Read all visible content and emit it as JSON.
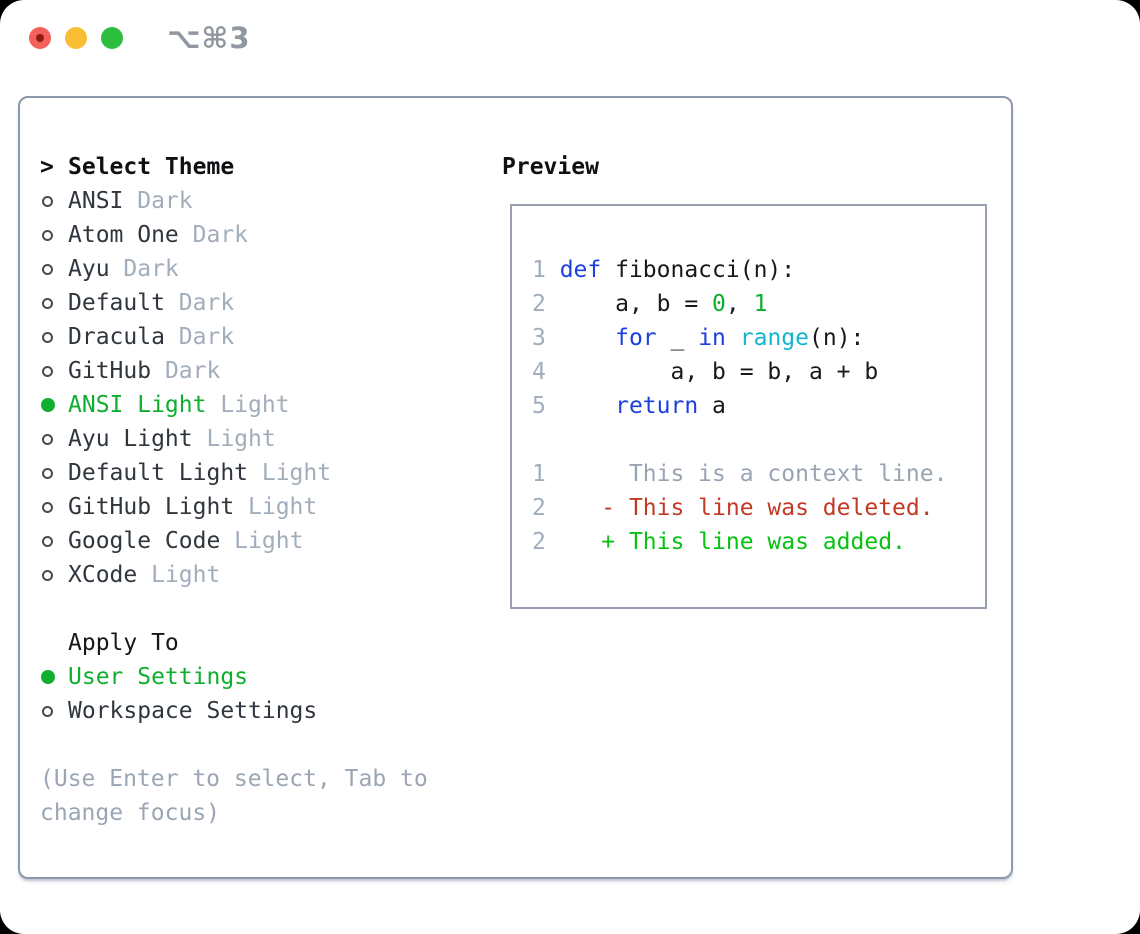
{
  "window": {
    "shortcut_label": "⌥⌘3",
    "traffic_lights": [
      "close",
      "minimize",
      "zoom"
    ]
  },
  "theme_panel": {
    "cursor": ">",
    "title": "Select Theme",
    "items": [
      {
        "name": "ANSI",
        "tag": "Dark",
        "selected": false
      },
      {
        "name": "Atom One",
        "tag": "Dark",
        "selected": false
      },
      {
        "name": "Ayu",
        "tag": "Dark",
        "selected": false
      },
      {
        "name": "Default",
        "tag": "Dark",
        "selected": false
      },
      {
        "name": "Dracula",
        "tag": "Dark",
        "selected": false
      },
      {
        "name": "GitHub",
        "tag": "Dark",
        "selected": false
      },
      {
        "name": "ANSI Light",
        "tag": "Light",
        "selected": true
      },
      {
        "name": "Ayu Light",
        "tag": "Light",
        "selected": false
      },
      {
        "name": "Default Light",
        "tag": "Light",
        "selected": false
      },
      {
        "name": "GitHub Light",
        "tag": "Light",
        "selected": false
      },
      {
        "name": "Google Code",
        "tag": "Light",
        "selected": false
      },
      {
        "name": "XCode",
        "tag": "Light",
        "selected": false
      }
    ],
    "apply_to": {
      "title": "Apply To",
      "options": [
        {
          "label": "User Settings",
          "selected": true
        },
        {
          "label": "Workspace Settings",
          "selected": false
        }
      ]
    },
    "help_text": "(Use Enter to select, Tab to change focus)"
  },
  "preview": {
    "title": "Preview",
    "lines": [
      {
        "num": "1",
        "tokens": [
          {
            "t": "def",
            "c": "kw"
          },
          {
            "t": " fibonacci(n):",
            "c": "fg"
          }
        ]
      },
      {
        "num": "2",
        "tokens": [
          {
            "t": "    a, b = ",
            "c": "fg"
          },
          {
            "t": "0",
            "c": "num"
          },
          {
            "t": ", ",
            "c": "fg"
          },
          {
            "t": "1",
            "c": "num"
          }
        ]
      },
      {
        "num": "3",
        "tokens": [
          {
            "t": "    ",
            "c": "fg"
          },
          {
            "t": "for",
            "c": "kw"
          },
          {
            "t": " _ ",
            "c": "fg"
          },
          {
            "t": "in",
            "c": "kw"
          },
          {
            "t": " ",
            "c": "fg"
          },
          {
            "t": "range",
            "c": "fn"
          },
          {
            "t": "(n):",
            "c": "fg"
          }
        ]
      },
      {
        "num": "4",
        "tokens": [
          {
            "t": "        a, b = b, a + b",
            "c": "fg"
          }
        ]
      },
      {
        "num": "5",
        "tokens": [
          {
            "t": "    ",
            "c": "fg"
          },
          {
            "t": "return",
            "c": "kw"
          },
          {
            "t": " a",
            "c": "fg"
          }
        ]
      },
      {
        "num": "",
        "tokens": []
      },
      {
        "num": "1",
        "tokens": [
          {
            "t": "     This is a context line.",
            "c": "ctx"
          }
        ]
      },
      {
        "num": "2",
        "tokens": [
          {
            "t": "   - This line was deleted.",
            "c": "del"
          }
        ]
      },
      {
        "num": "2",
        "tokens": [
          {
            "t": "   + This line was added.",
            "c": "add"
          }
        ]
      }
    ]
  },
  "palette": {
    "keyword": "#1c40de",
    "builtin": "#12b5cd",
    "number_literal": "#0cae2a",
    "code_fg": "#17191c",
    "context": "#99a4b2",
    "deleted": "#c23a25",
    "added": "#07c210",
    "line_number": "#a2adbc",
    "accent_green": "#0fae2e",
    "muted": "#a2adbc",
    "label": "#30363d",
    "heading": "#0e1013",
    "help": "#9ba6b4",
    "border_outer": "#8e98ab",
    "border_inner": "#97a1b1",
    "shortcut": "#9097a0",
    "traffic_red": "#f4605a",
    "traffic_red_dot": "#8f1c12",
    "traffic_yellow": "#f8bd33",
    "traffic_green": "#2dbd3f"
  }
}
